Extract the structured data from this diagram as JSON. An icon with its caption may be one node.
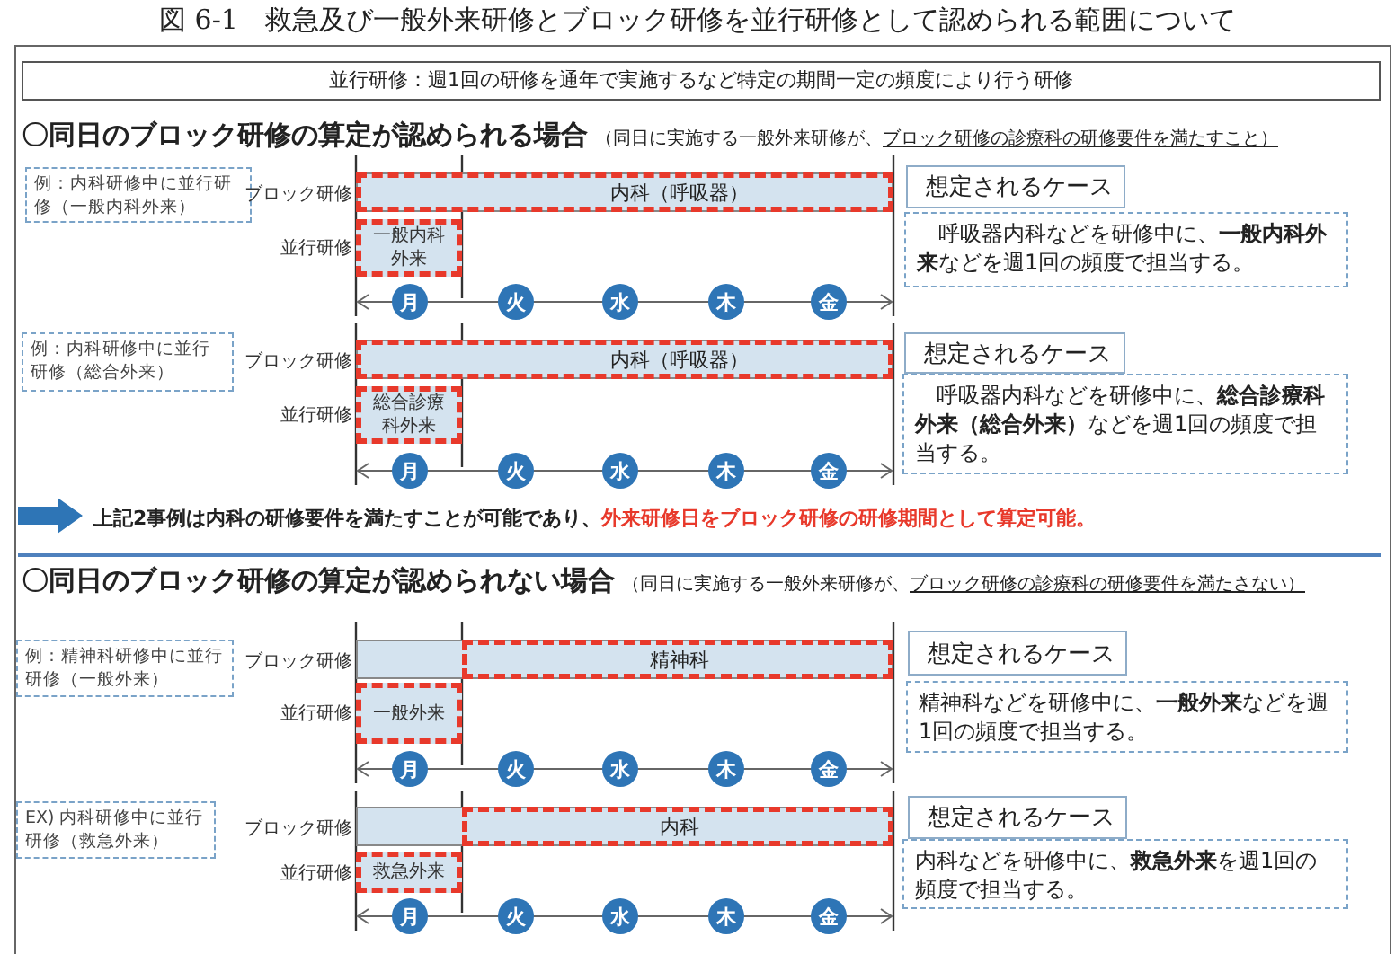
{
  "diagram": {
    "title": "図 6-1　救急及び一般外来研修とブロック研修を並行研修として認められる範囲について",
    "nodes": [
      {
        "text": [
          "並行研修：週1回の研修を通年で実施するなど特定の期間一定の頻度により行う研修"
        ]
      },
      {
        "text": [
          "例：内科研修中に並行研修（一般内科外来）"
        ]
      },
      {
        "text": [
          "内科（呼吸器）"
        ]
      },
      {
        "text": [
          "一般内科外来"
        ]
      },
      {
        "text": [
          "月"
        ]
      },
      {
        "text": [
          "火"
        ]
      },
      {
        "text": [
          "水"
        ]
      },
      {
        "text": [
          "木"
        ]
      },
      {
        "text": [
          "金"
        ]
      },
      {
        "text": [
          "想定されるケース"
        ]
      },
      {
        "text": [
          "呼吸器内科などを研修中に、**一般内科外来**などを週1回の頻度で担当する。"
        ]
      },
      {
        "text": [
          "例：内科研修中に並行研修（総合外来）"
        ]
      },
      {
        "text": [
          "内科（呼吸器）"
        ]
      },
      {
        "text": [
          "総合診療科外来"
        ]
      },
      {
        "text": [
          "月"
        ]
      },
      {
        "text": [
          "火"
        ]
      },
      {
        "text": [
          "水"
        ]
      },
      {
        "text": [
          "木"
        ]
      },
      {
        "text": [
          "金"
        ]
      },
      {
        "text": [
          "想定されるケース"
        ]
      },
      {
        "text": [
          "呼吸器内科などを研修中に、**総合診療科外来（総合外来）**などを週1回の頻度で担当する。"
        ]
      },
      {
        "text": [
          "例：精神科研修中に並行研修（一般外来）"
        ]
      },
      {
        "text": [
          "精神科"
        ]
      },
      {
        "text": [
          "一般外来"
        ]
      },
      {
        "text": [
          "月"
        ]
      },
      {
        "text": [
          "火"
        ]
      },
      {
        "text": [
          "水"
        ]
      },
      {
        "text": [
          "木"
        ]
      },
      {
        "text": [
          "金"
        ]
      },
      {
        "text": [
          "想定されるケース"
        ]
      },
      {
        "text": [
          "精神科などを研修中に、**一般外来**などを週1回の頻度で担当する。"
        ]
      },
      {
        "text": [
          "EX) 内科研修中に並行研修（救急外来）"
        ]
      },
      {
        "text": [
          "内科"
        ]
      },
      {
        "text": [
          "救急外来"
        ]
      },
      {
        "text": [
          "月"
        ]
      },
      {
        "text": [
          "火"
        ]
      },
      {
        "text": [
          "水"
        ]
      },
      {
        "text": [
          "木"
        ]
      },
      {
        "text": [
          "金"
        ]
      },
      {
        "text": [
          "想定されるケース"
        ]
      },
      {
        "text": [
          "内科などを研修中に、**救急外来**を週1回の頻度で担当する。"
        ]
      }
    ],
    "labels": [
      "〇同日のブロック研修の算定が認められる場合",
      "（同日に実施する一般外来研修が、",
      "ブロック研修の診療科の研修要件を満たすこと）",
      "ブロック研修",
      "並行研修",
      "ブロック研修",
      "並行研修",
      "上記2事例は内科の研修要件を満たすことが可能であり、",
      "外来研修日をブロック研修の研修期間として算定可能。",
      "〇同日のブロック研修の算定が認められない場合",
      "（同日に実施する一般外来研修が、",
      "ブロック研修の診療科の研修要件を満たさない）",
      "ブロック研修",
      "並行研修",
      "ブロック研修",
      "並行研修"
    ]
  }
}
